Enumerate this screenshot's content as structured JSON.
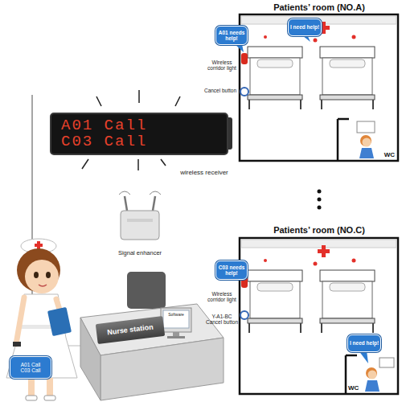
{
  "diagram": {
    "nodes": [
      {
        "text": [
          "Patients’ room (NO.A)"
        ]
      },
      {
        "text": [
          "I need help!"
        ],
        "in": 0
      },
      {
        "text": [
          "WC"
        ],
        "in": 0
      },
      {
        "text": [
          "A01 needs help!"
        ]
      },
      {
        "text": [
          "A01 Call",
          "C03 Call"
        ]
      },
      {
        "text": [
          "Patients’ room (NO.C)"
        ]
      },
      {
        "text": [
          "I need help!"
        ],
        "in": 5
      },
      {
        "text": [
          "WC"
        ],
        "in": 5
      },
      {
        "text": [
          "C03 needs help!"
        ]
      },
      {
        "text": [
          "Nurse station"
        ]
      },
      {
        "text": [
          "A01 Call",
          "C03 Call"
        ]
      }
    ],
    "labels": [
      "Wireless corridor light",
      "Cancel button",
      "wireless receiver",
      "Signal enhancer",
      "Wireless corridor light",
      "Y-A1-BC Cancel button",
      "Software"
    ]
  }
}
